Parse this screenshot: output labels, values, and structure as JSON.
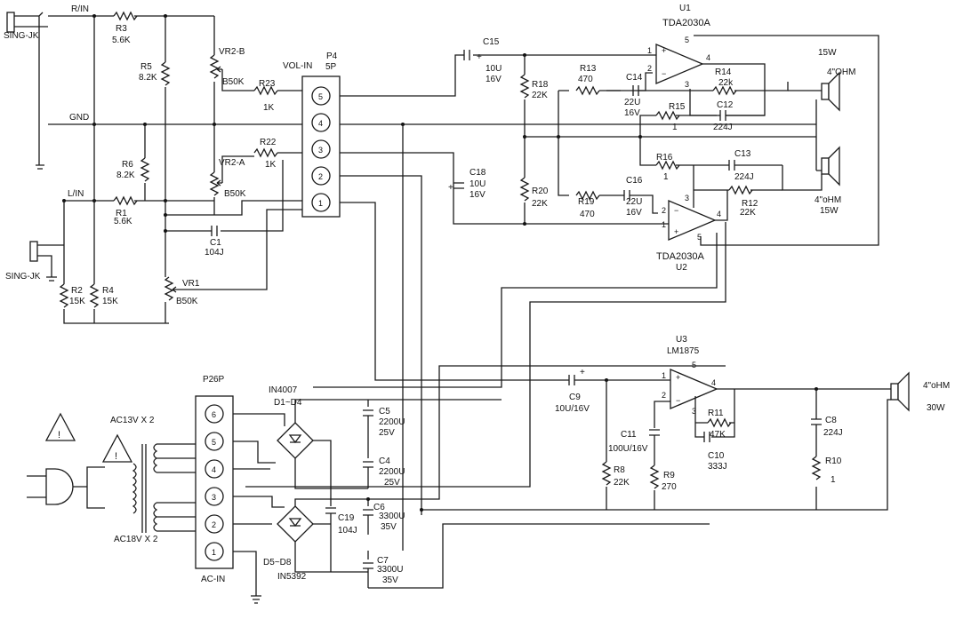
{
  "labels": {
    "sing_jk_top": "SING-JK",
    "sing_jk_bot": "SING-JK",
    "r_in": "R/IN",
    "l_in": "L/IN",
    "gnd": "GND",
    "r3": "R3",
    "r3v": "5.6K",
    "r5": "R5",
    "r5v": "8.2K",
    "r6": "R6",
    "r6v": "8.2K",
    "r1": "R1",
    "r1v": "5.6K",
    "r2": "R2",
    "r2v": "15K",
    "r4": "R4",
    "r4v": "15K",
    "vr2b": "VR2-B",
    "vr2bv": "B50K",
    "vr2a": "VR2-A",
    "vr2av": "B50K",
    "vr1": "VR1",
    "vr1v": "B50K",
    "r23": "R23",
    "r23v": "1K",
    "r22": "R22",
    "r22v": "1K",
    "c1": "C1",
    "c1v": "104J",
    "volin": "VOL-IN",
    "p4": "P4",
    "p4s": "5P",
    "u1": "U1",
    "u1part": "TDA2030A",
    "u2": "U2",
    "u2part": "TDA2030A",
    "c15": "C15",
    "c15v1": "10U",
    "c15v2": "16V",
    "r18": "R18",
    "r18v": "22K",
    "r20": "R20",
    "r20v": "22K",
    "c18": "C18",
    "c18v1": "10U",
    "c18v2": "16V",
    "r13": "R13",
    "r13v": "470",
    "c14": "C14",
    "c14v1": "22U",
    "c14v2": "16V",
    "r14": "R14",
    "r14v": "22k",
    "r15": "R15",
    "r15v": "1",
    "c12": "C12",
    "c12v": "224J",
    "r16": "R16",
    "r16v": "1",
    "c13": "C13",
    "c13v": "224J",
    "r19": "R19",
    "r19v": "470",
    "c16": "C16",
    "c16v1": "22U",
    "c16v2": "16V",
    "r12": "R12",
    "r12v": "22K",
    "spk1w": "15W",
    "spk1o": "4\"OHM",
    "spk2o": "4\"oHM",
    "spk2w": "15W",
    "u3": "U3",
    "u3part": "LM1875",
    "c9": "C9",
    "c9v": "10U/16V",
    "c11": "C11",
    "c11v": "100U/16V",
    "r8": "R8",
    "r8v": "22K",
    "r9": "R9",
    "r9v": "270",
    "r11": "R11",
    "r11v": "47K",
    "c10": "C10",
    "c10v": "333J",
    "c8": "C8",
    "c8v": "224J",
    "r10": "R10",
    "r10v": "1",
    "spk3o": "4\"oHM",
    "spk3w": "30W",
    "p2": "P2",
    "p2s": "6P",
    "acin": "AC-IN",
    "ac13": "AC13V  X  2",
    "ac18": "AC18V  X  2",
    "in4007": "IN4007",
    "d1d4": "D1~D4",
    "d5d8": "D5~D8",
    "in5392": "IN5392",
    "c5": "C5",
    "c5v1": "2200U",
    "c5v2": "25V",
    "c4": "C4",
    "c4v1": "2200U",
    "c4v2": "25V",
    "c6": "C6",
    "c6v1": "3300U",
    "c6v2": "35V",
    "c7": "C7",
    "c7v1": "3300U",
    "c7v2": "35V",
    "c19": "C19",
    "c19v": "104J"
  }
}
